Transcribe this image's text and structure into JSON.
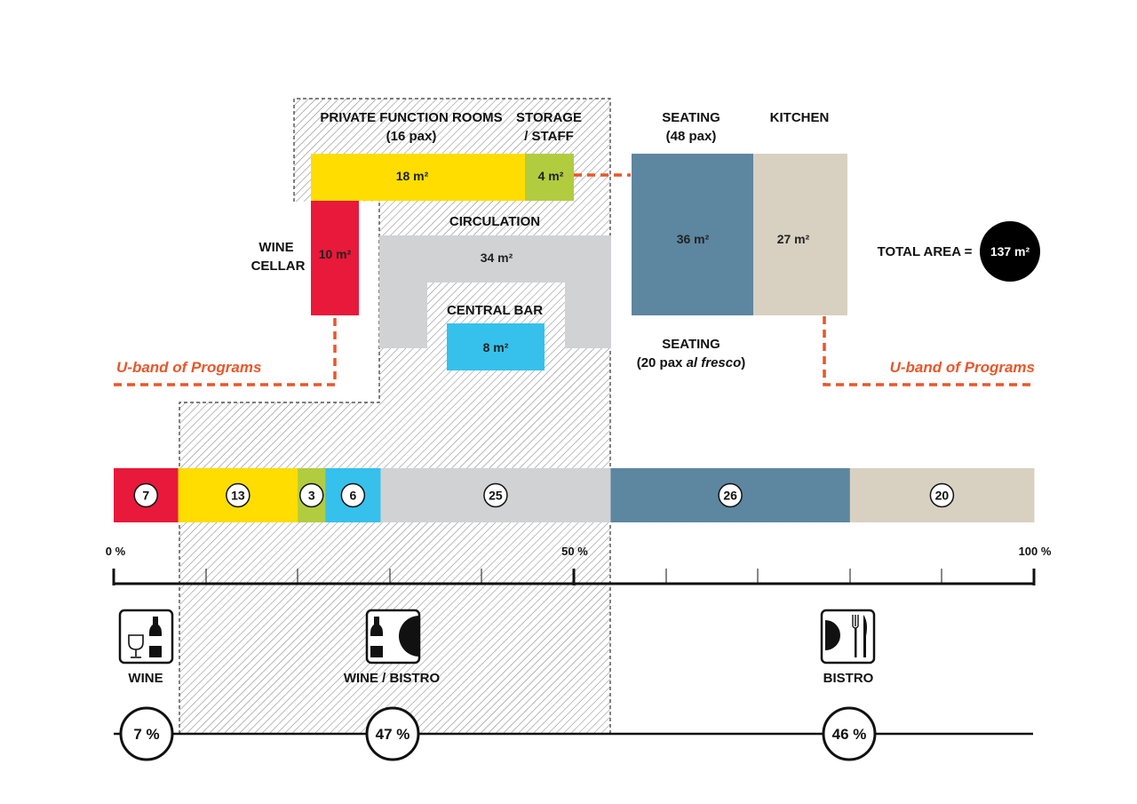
{
  "labels": {
    "private_line1": "PRIVATE FUNCTION ROOMS",
    "private_line2": "(16 pax)",
    "storage_line1": "STORAGE",
    "storage_line2": "/ STAFF",
    "seating48_line1": "SEATING",
    "seating48_line2": "(48 pax)",
    "kitchen": "KITCHEN",
    "circulation": "CIRCULATION",
    "wine_line1": "WINE",
    "wine_line2": "CELLAR",
    "central_bar": "CENTRAL BAR",
    "seating20_line1": "SEATING",
    "seating20_pre": "(20 pax ",
    "seating20_ital": "al fresco",
    "seating20_post": ")",
    "uband_left": "U-band of Programs",
    "uband_right": "U-band of Programs",
    "total_area_label": "TOTAL AREA =",
    "total_area_value": "137 m²"
  },
  "areas": {
    "private": "18 m²",
    "storage": "4 m²",
    "wine": "10 m²",
    "circulation": "34 m²",
    "bar": "8 m²",
    "seating": "36 m²",
    "kitchen": "27 m²"
  },
  "bar_segments": [
    {
      "name": "wine-cellar",
      "value": "7",
      "color": "#e8193a"
    },
    {
      "name": "private-function",
      "value": "13",
      "color": "#ffdd00"
    },
    {
      "name": "storage",
      "value": "3",
      "color": "#b2cc3f"
    },
    {
      "name": "central-bar",
      "value": "6",
      "color": "#35c1ec"
    },
    {
      "name": "circulation",
      "value": "25",
      "color": "#d1d2d4"
    },
    {
      "name": "seating",
      "value": "26",
      "color": "#5d86a0"
    },
    {
      "name": "kitchen",
      "value": "20",
      "color": "#d8d1c1"
    }
  ],
  "scale": {
    "start": "0 %",
    "mid": "50 %",
    "end": "100 %"
  },
  "categories": [
    {
      "name": "WINE",
      "percent": "7 %",
      "icon": "wine-glass-bottle-icon"
    },
    {
      "name": "WINE / BISTRO",
      "percent": "47 %",
      "icon": "bottle-plate-icon"
    },
    {
      "name": "BISTRO",
      "percent": "46 %",
      "icon": "plate-cutlery-icon"
    }
  ],
  "colors": {
    "wine_red": "#e8193a",
    "yellow": "#ffdd00",
    "green": "#b2cc3f",
    "cyan": "#35c1ec",
    "grey": "#d1d2d4",
    "blue": "#5d86a0",
    "beige": "#d8d1c1",
    "orange": "#e8572a"
  }
}
